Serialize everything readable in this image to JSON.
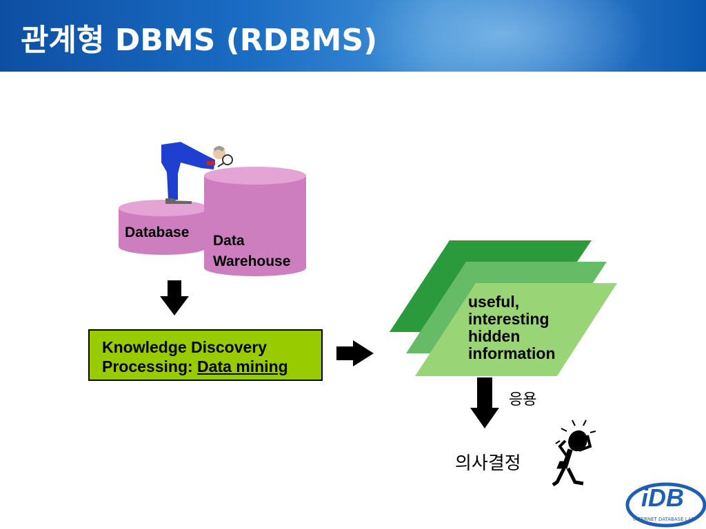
{
  "slide": {
    "title": "관계형 DBMS (RDBMS)"
  },
  "diagram": {
    "database_label": "Database",
    "warehouse_line1": "Data",
    "warehouse_line2": "Warehouse",
    "kdp_line1": "Knowledge Discovery",
    "kdp_line2_prefix": "Processing: ",
    "kdp_line2_underlined": "Data mining",
    "info_lines": [
      "useful,",
      "interesting",
      "hidden",
      "information"
    ],
    "apply_label": "응용",
    "decision_label": "의사결정"
  },
  "logo": {
    "text": "iDB",
    "ring_text": "INTERNET DATABASE LAB"
  },
  "colors": {
    "header_blue": "#1a6cc4",
    "cylinder_pink": "#cc7ebf",
    "cylinder_top": "#e4a5d6",
    "box_green": "#99cc00",
    "layer_dark": "#2a9a3c",
    "layer_mid": "#66bb66",
    "layer_light": "#99d477"
  }
}
